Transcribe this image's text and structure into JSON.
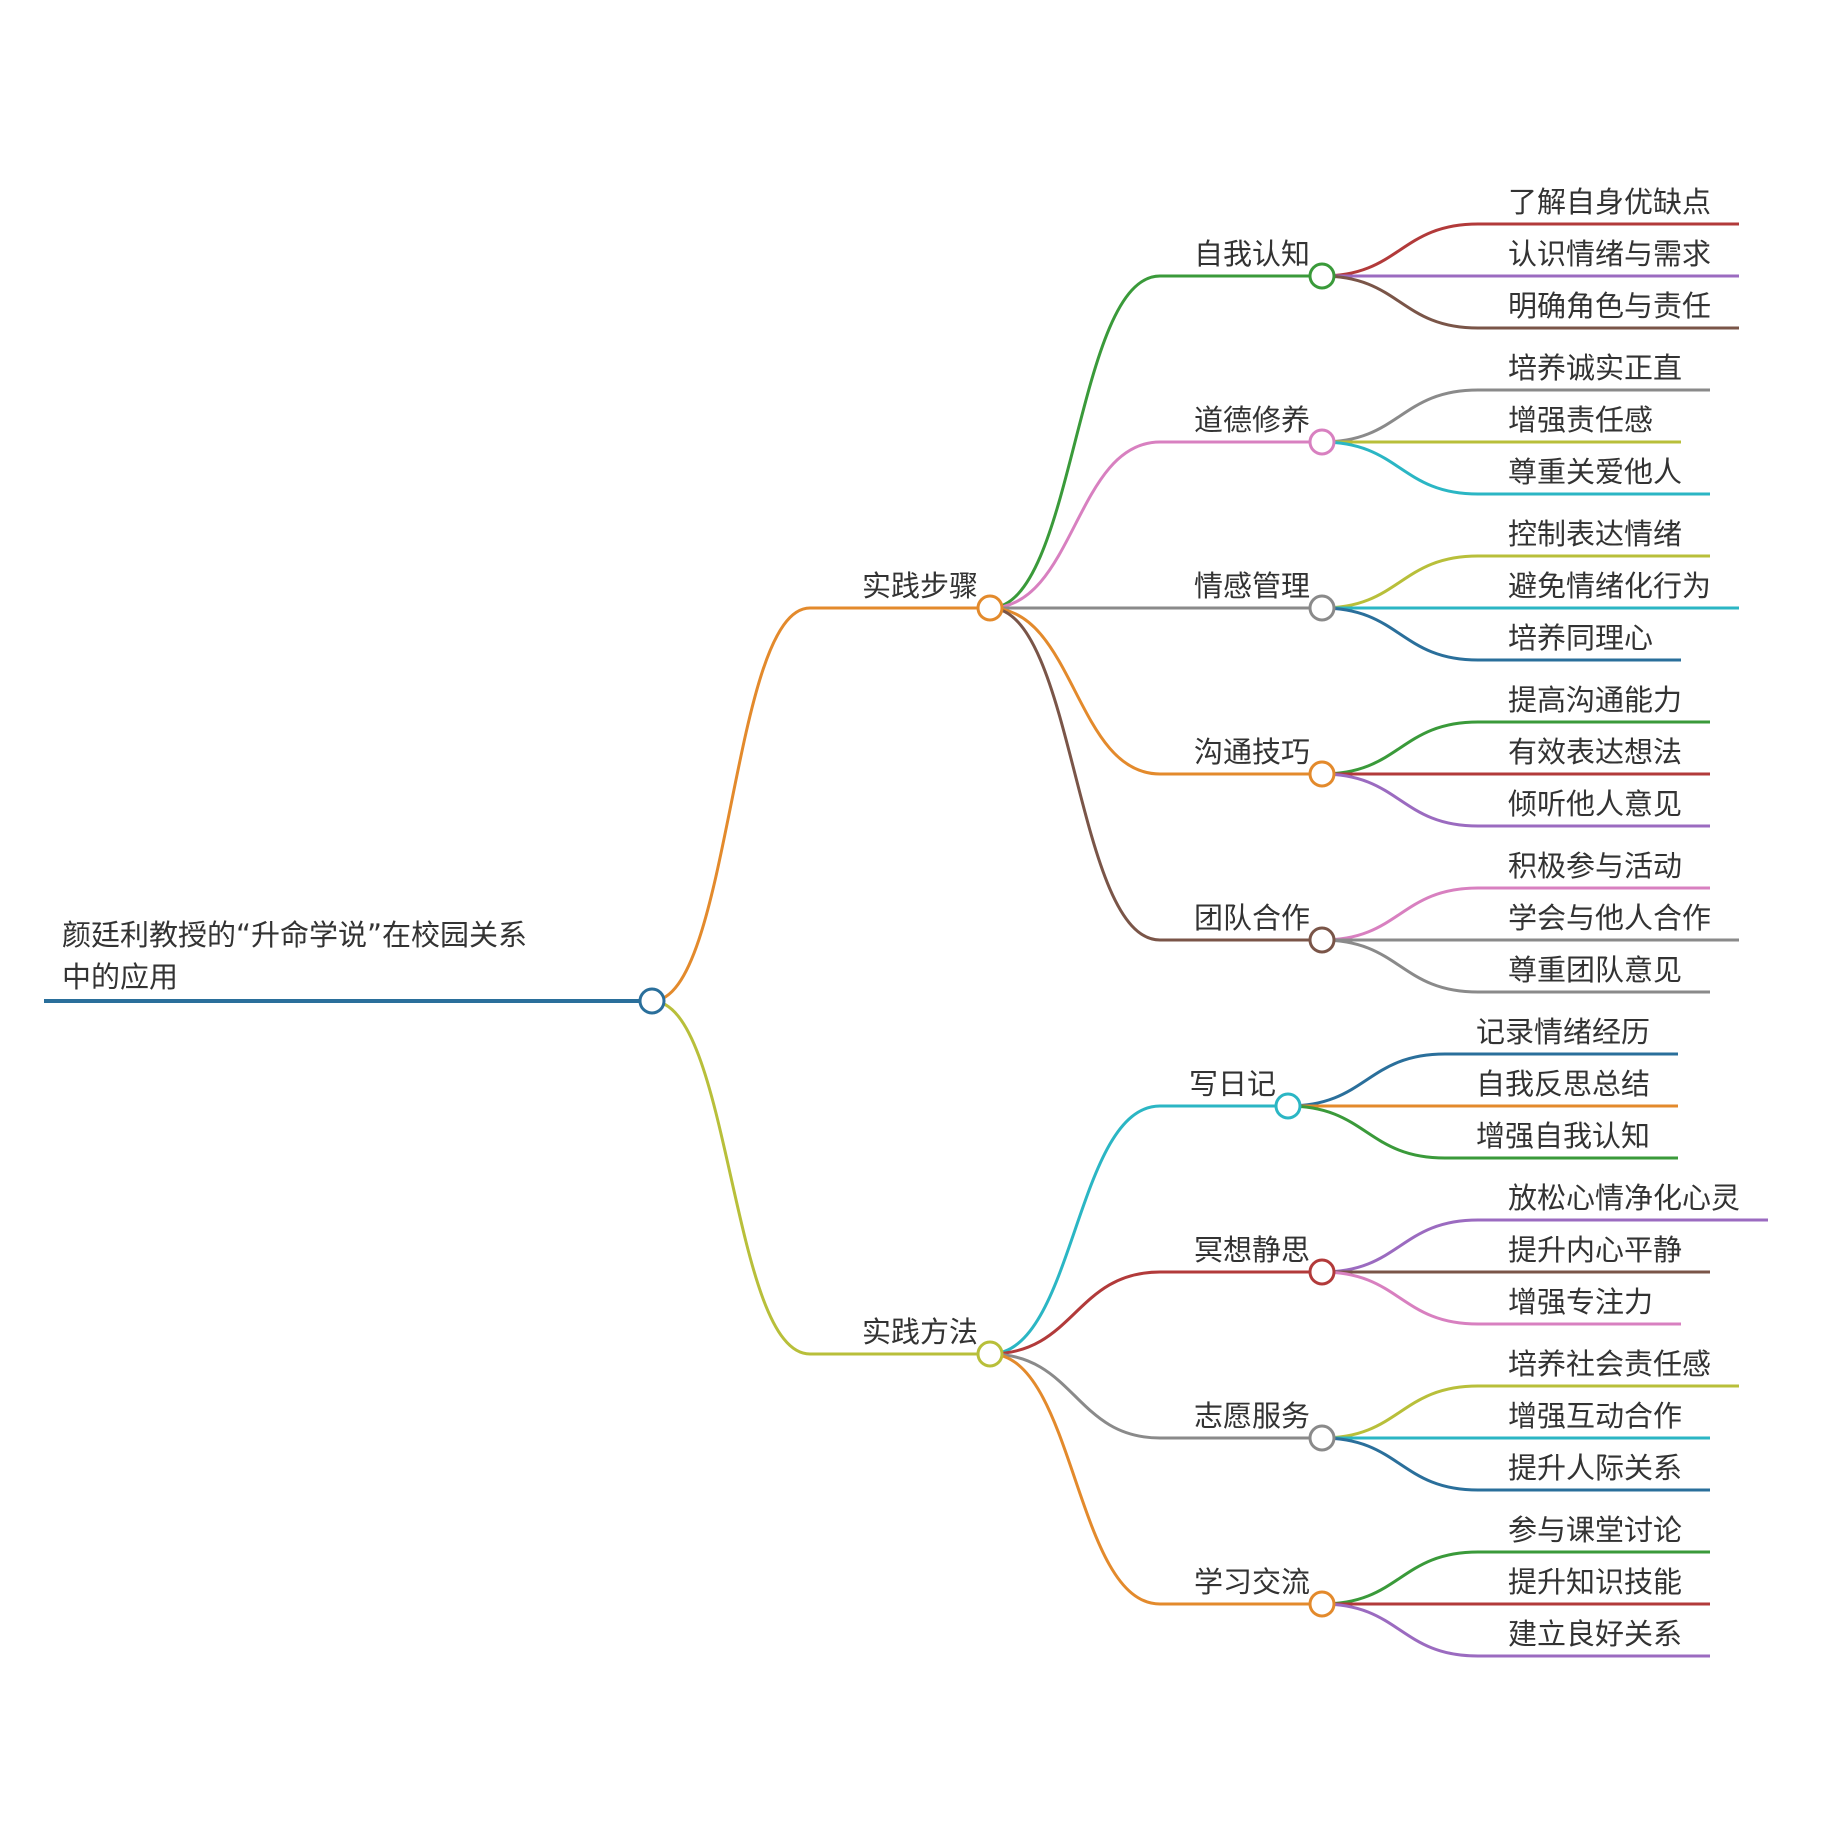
{
  "root": {
    "label_line1": "颜廷利教授的“升命学说”在校园关系",
    "label_line2": "中的应用",
    "color": "#2a6f9b"
  },
  "branches": [
    {
      "label": "实践步骤",
      "color": "#e38a2c",
      "topics": [
        {
          "label": "自我认知",
          "color": "#3a9a3a",
          "items": [
            {
              "label": "了解自身优缺点",
              "color": "#b23a3a"
            },
            {
              "label": "认识情绪与需求",
              "color": "#9b6bc0"
            },
            {
              "label": "明确角色与责任",
              "color": "#7a5548"
            }
          ]
        },
        {
          "label": "道德修养",
          "color": "#d880c0",
          "items": [
            {
              "label": "培养诚实正直",
              "color": "#8a8a8a"
            },
            {
              "label": "增强责任感",
              "color": "#b8bf3a"
            },
            {
              "label": "尊重关爱他人",
              "color": "#2bb6c4"
            }
          ]
        },
        {
          "label": "情感管理",
          "color": "#8a8a8a",
          "items": [
            {
              "label": "控制表达情绪",
              "color": "#b8bf3a"
            },
            {
              "label": "避免情绪化行为",
              "color": "#2bb6c4"
            },
            {
              "label": "培养同理心",
              "color": "#2a6f9b"
            }
          ]
        },
        {
          "label": "沟通技巧",
          "color": "#e38a2c",
          "items": [
            {
              "label": "提高沟通能力",
              "color": "#3a9a3a"
            },
            {
              "label": "有效表达想法",
              "color": "#b23a3a"
            },
            {
              "label": "倾听他人意见",
              "color": "#9b6bc0"
            }
          ]
        },
        {
          "label": "团队合作",
          "color": "#7a5548",
          "items": [
            {
              "label": "积极参与活动",
              "color": "#d880c0"
            },
            {
              "label": "学会与他人合作",
              "color": "#8a8a8a"
            },
            {
              "label": "尊重团队意见",
              "color": "#8a8a8a"
            }
          ]
        }
      ]
    },
    {
      "label": "实践方法",
      "color": "#b8bf3a",
      "topics": [
        {
          "label": "写日记",
          "color": "#2bb6c4",
          "items": [
            {
              "label": "记录情绪经历",
              "color": "#2a6f9b"
            },
            {
              "label": "自我反思总结",
              "color": "#e38a2c"
            },
            {
              "label": "增强自我认知",
              "color": "#3a9a3a"
            }
          ]
        },
        {
          "label": "冥想静思",
          "color": "#b23a3a",
          "items": [
            {
              "label": "放松心情净化心灵",
              "color": "#9b6bc0"
            },
            {
              "label": "提升内心平静",
              "color": "#7a5548"
            },
            {
              "label": "增强专注力",
              "color": "#d880c0"
            }
          ]
        },
        {
          "label": "志愿服务",
          "color": "#8a8a8a",
          "items": [
            {
              "label": "培养社会责任感",
              "color": "#b8bf3a"
            },
            {
              "label": "增强互动合作",
              "color": "#2bb6c4"
            },
            {
              "label": "提升人际关系",
              "color": "#2a6f9b"
            }
          ]
        },
        {
          "label": "学习交流",
          "color": "#e38a2c",
          "items": [
            {
              "label": "参与课堂讨论",
              "color": "#3a9a3a"
            },
            {
              "label": "提升知识技能",
              "color": "#b23a3a"
            },
            {
              "label": "建立良好关系",
              "color": "#9b6bc0"
            }
          ]
        }
      ]
    }
  ]
}
